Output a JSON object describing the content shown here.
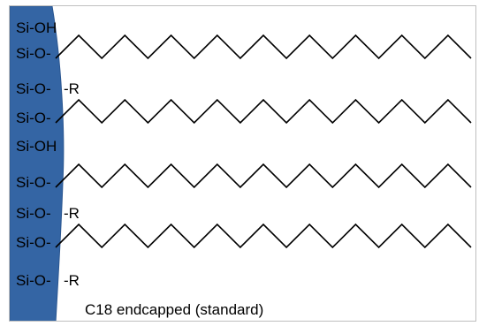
{
  "colors": {
    "silica_surface": "#3465a4",
    "silica_edge": "#2a5690",
    "chain_stroke": "#000000"
  },
  "surface_groups": [
    {
      "id": "sioh-1",
      "label": "Si-OH"
    },
    {
      "id": "sio-chain-1",
      "label": "Si-O-"
    },
    {
      "id": "sio-r-1",
      "label": "Si-O-",
      "cap": "-R"
    },
    {
      "id": "sio-chain-2",
      "label": "Si-O-"
    },
    {
      "id": "sioh-2",
      "label": "Si-OH"
    },
    {
      "id": "sio-chain-3",
      "label": "Si-O-"
    },
    {
      "id": "sio-r-2",
      "label": "Si-O-",
      "cap": "-R"
    },
    {
      "id": "sio-chain-4",
      "label": "Si-O-"
    },
    {
      "id": "sio-r-3",
      "label": "Si-O-",
      "cap": "-R"
    }
  ],
  "alkyl_chain": {
    "name": "C18",
    "segments": 18
  },
  "caption": "C18 endcapped (standard)"
}
